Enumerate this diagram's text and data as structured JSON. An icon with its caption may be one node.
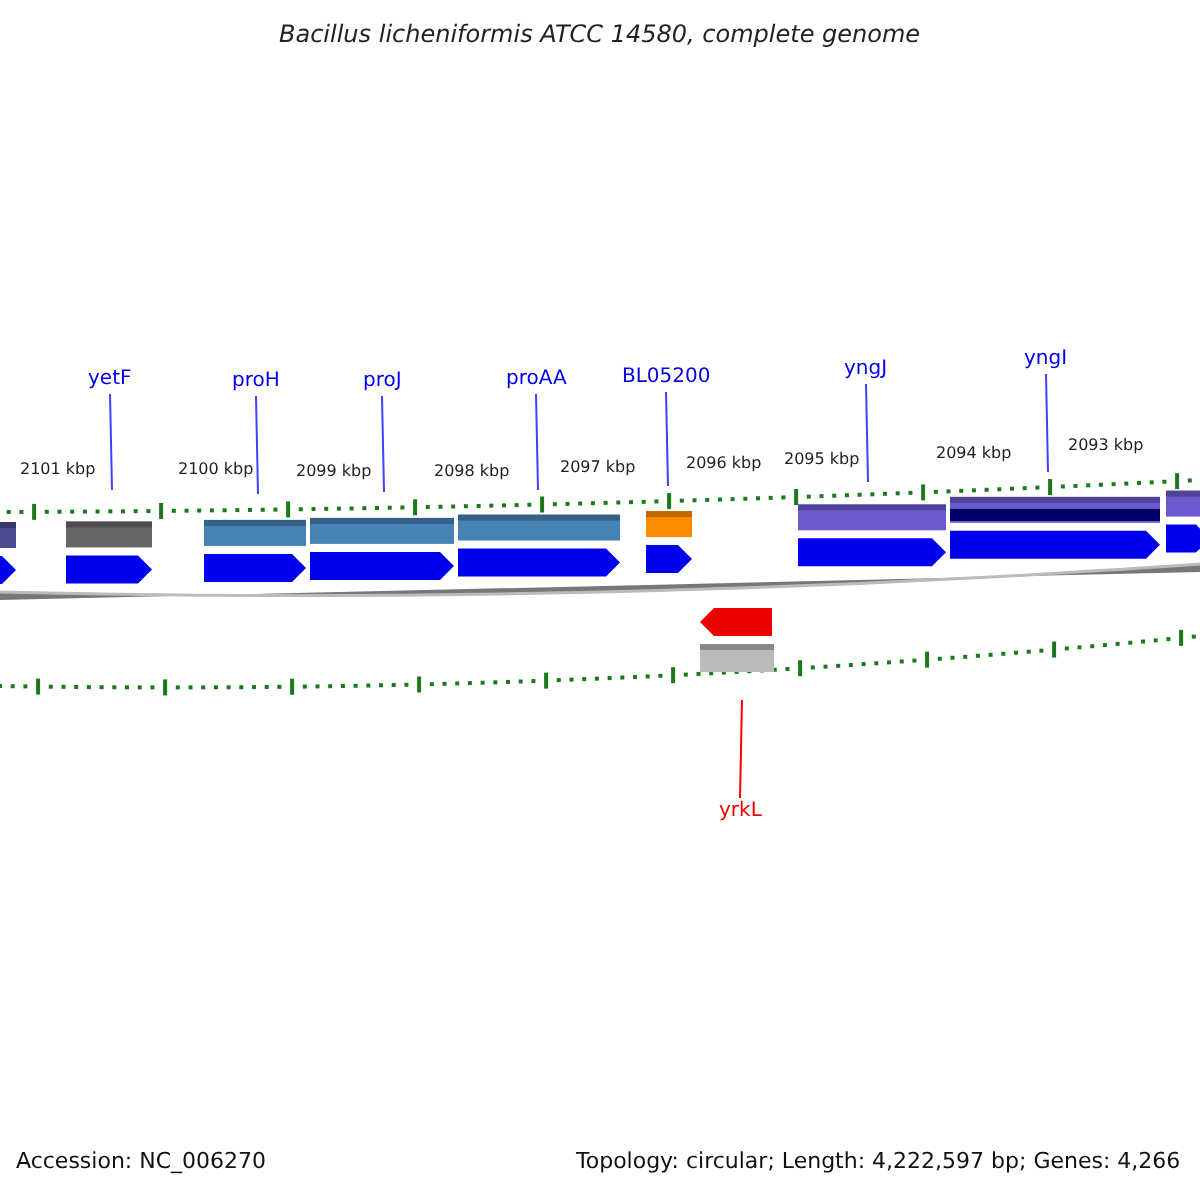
{
  "diagram": {
    "title": "Bacillus licheniformis ATCC 14580, complete genome",
    "nodes": [
      {
        "text": [
          "yetF"
        ]
      },
      {
        "text": [
          "proH"
        ]
      },
      {
        "text": [
          "proJ"
        ]
      },
      {
        "text": [
          "proAA"
        ]
      },
      {
        "text": [
          "BL05200"
        ]
      },
      {
        "text": [
          "yngJ"
        ]
      },
      {
        "text": [
          "yngI"
        ]
      },
      {
        "text": [
          "yrkL"
        ]
      }
    ],
    "edges": [
      {
        "from": 0,
        "to": null,
        "arrow": "none"
      },
      {
        "from": 1,
        "to": null,
        "arrow": "none"
      },
      {
        "from": 2,
        "to": null,
        "arrow": "none"
      },
      {
        "from": 3,
        "to": null,
        "arrow": "none"
      },
      {
        "from": 4,
        "to": null,
        "arrow": "none"
      },
      {
        "from": 5,
        "to": null,
        "arrow": "none"
      },
      {
        "from": 6,
        "to": null,
        "arrow": "none"
      },
      {
        "from": 7,
        "to": null,
        "arrow": "none",
        "color": "#ff0000"
      }
    ],
    "labels": [
      "2101 kbp",
      "2100 kbp",
      "2099 kbp",
      "2098 kbp",
      "2097 kbp",
      "2096 kbp",
      "2095 kbp",
      "2094 kbp",
      "2093 kbp",
      "Accession: NC_006270",
      "Topology: circular; Length: 4,222,597 bp; Genes: 4,266"
    ]
  }
}
